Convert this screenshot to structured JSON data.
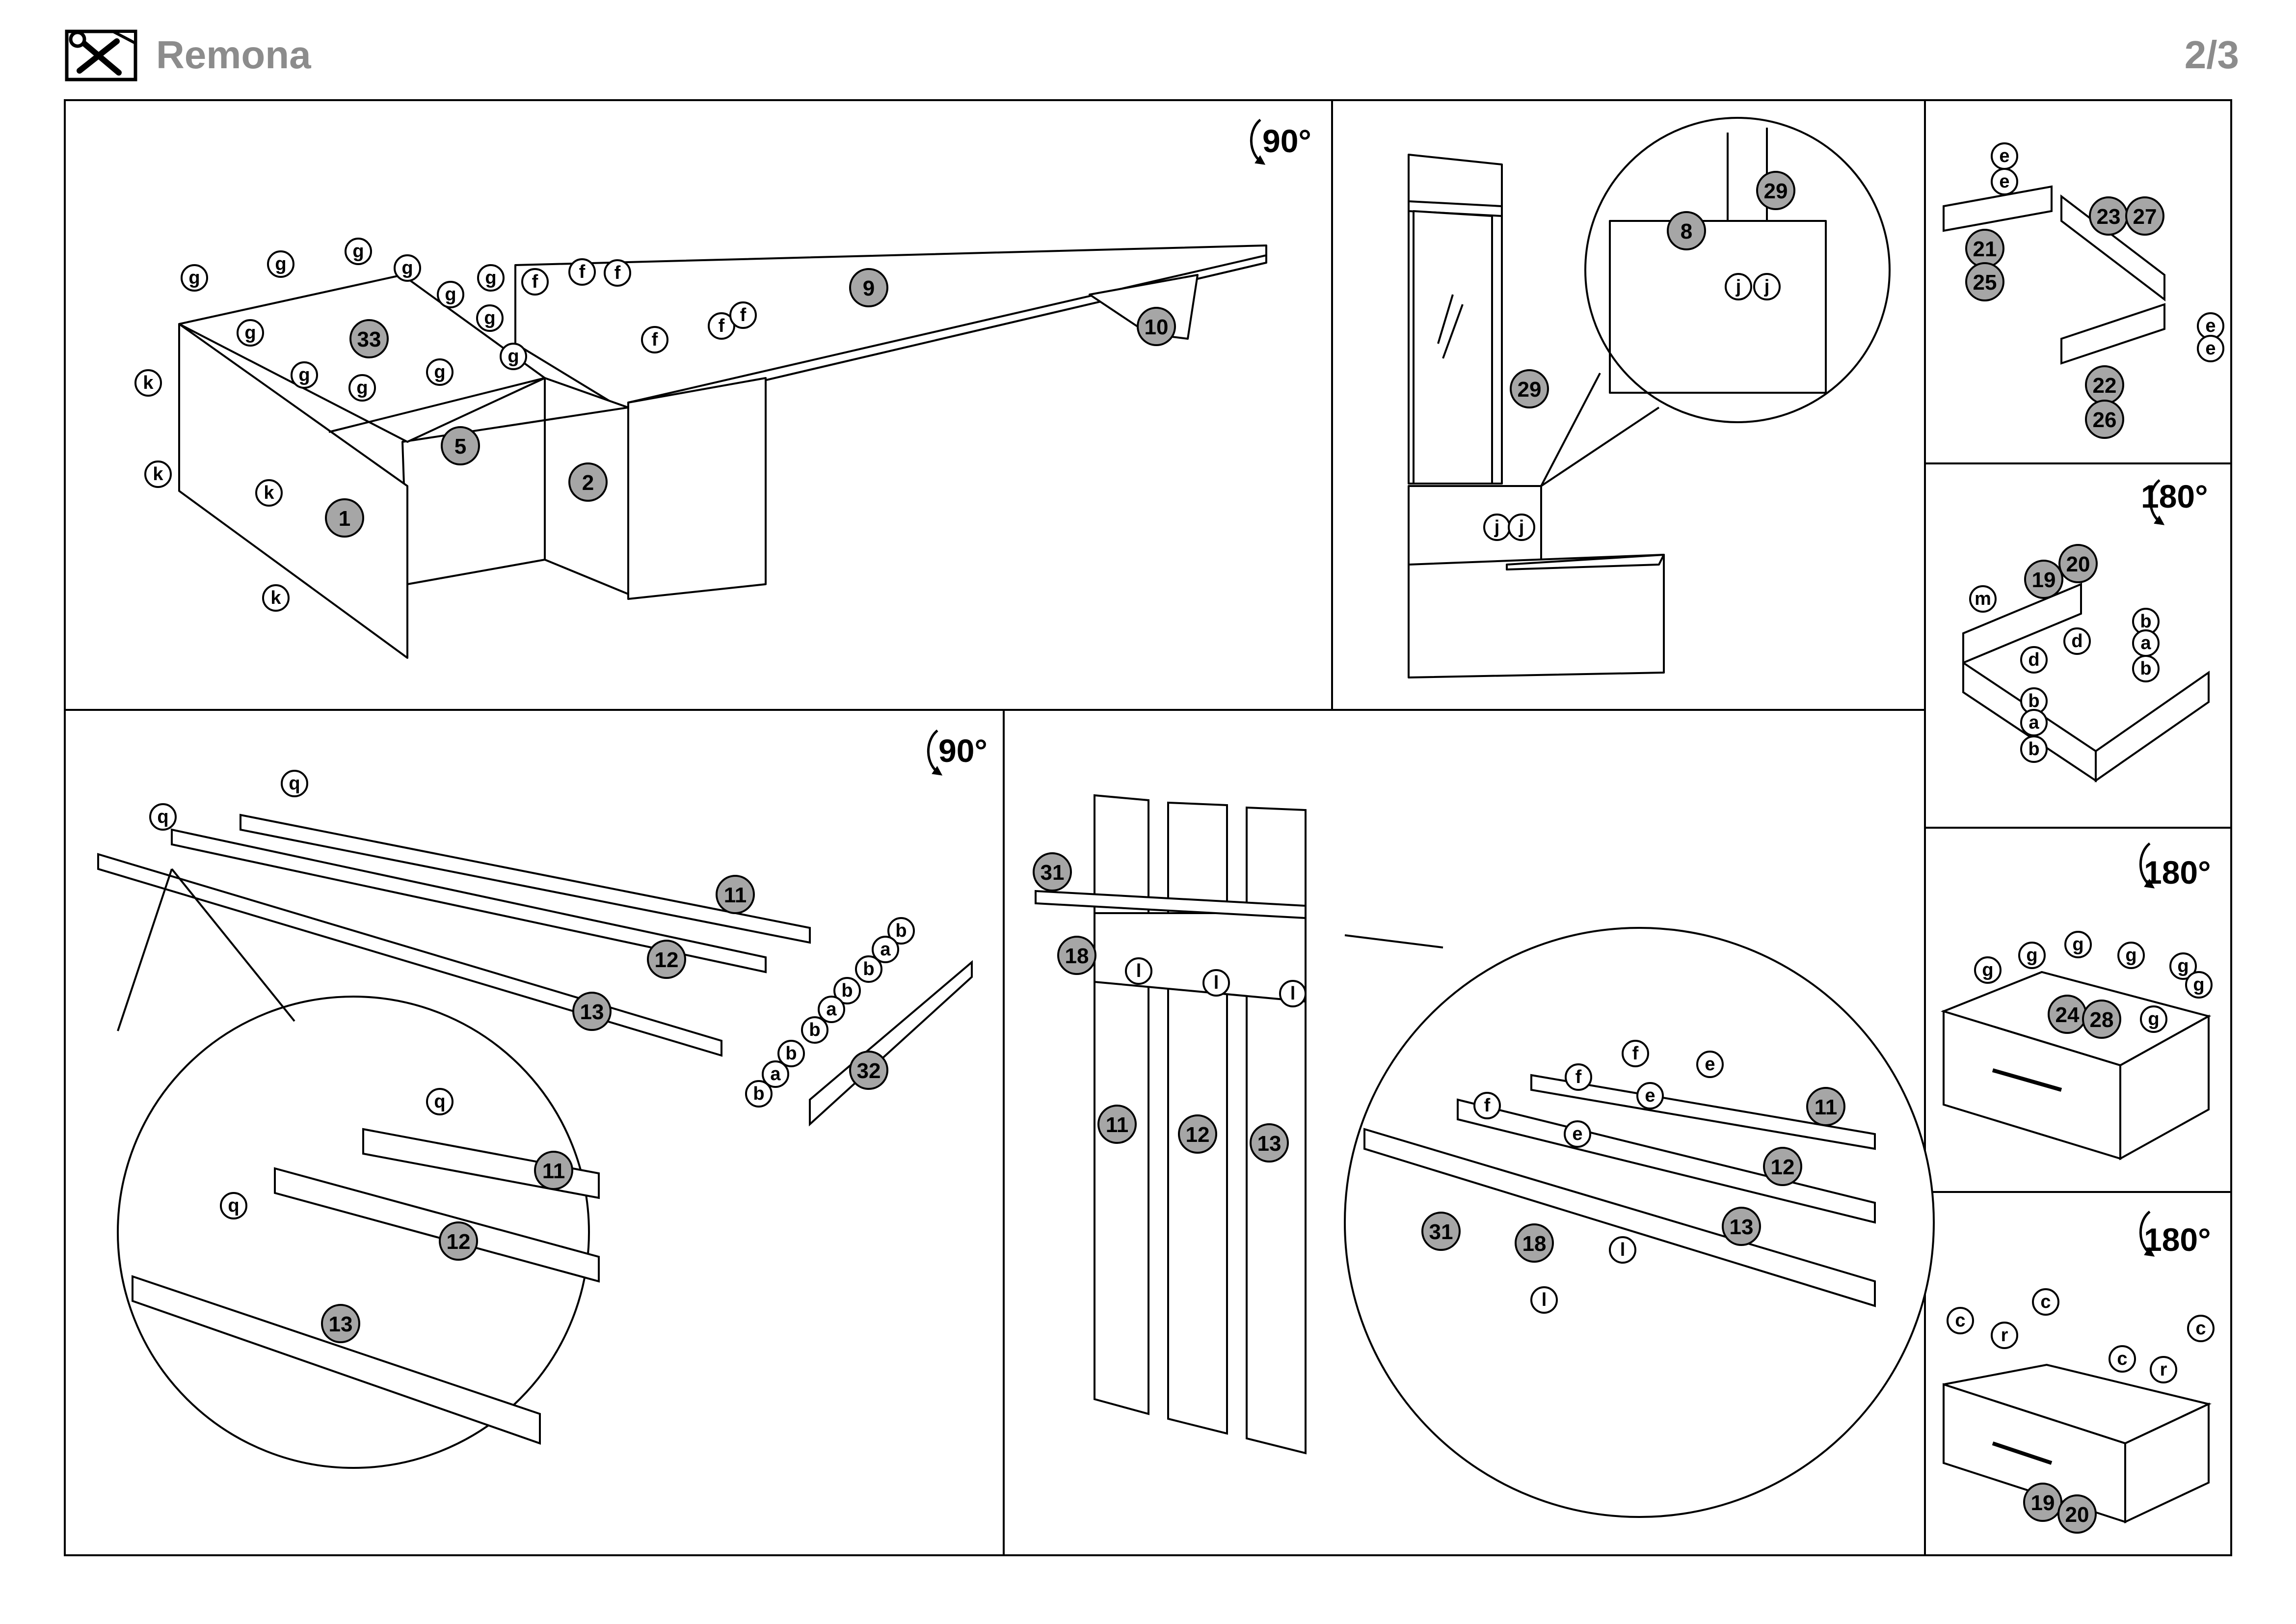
{
  "header": {
    "title": "Remona",
    "page": "2/3",
    "icon": "tools-icon"
  },
  "rotations": {
    "p1": "90°",
    "p4": "90°",
    "p6": "180°",
    "p7": "180°",
    "p8": "180°"
  },
  "panels": {
    "p1": {
      "parts": [
        "33",
        "9",
        "10",
        "5",
        "2",
        "1"
      ],
      "fittings": [
        "g",
        "g",
        "g",
        "g",
        "g",
        "g",
        "g",
        "g",
        "g",
        "g",
        "g",
        "g",
        "f",
        "f",
        "f",
        "f",
        "f",
        "f",
        "k",
        "k",
        "k",
        "k"
      ]
    },
    "p2": {
      "parts": [
        "29",
        "8",
        "29"
      ],
      "fittings": [
        "j",
        "j",
        "j",
        "j"
      ]
    },
    "p3": {
      "parts": [
        "21",
        "25",
        "23",
        "27",
        "22",
        "26"
      ],
      "fittings": [
        "e",
        "e",
        "e",
        "e"
      ]
    },
    "p4": {
      "parts": [
        "11",
        "12",
        "13",
        "32",
        "11",
        "12",
        "13"
      ],
      "fittings": [
        "q",
        "q",
        "b",
        "a",
        "b",
        "b",
        "a",
        "b",
        "b",
        "a",
        "b",
        "q",
        "q"
      ]
    },
    "p5": {
      "parts": [
        "31",
        "18",
        "11",
        "12",
        "13",
        "11",
        "12",
        "13",
        "31",
        "18"
      ],
      "fittings": [
        "l",
        "l",
        "l",
        "f",
        "f",
        "f",
        "e",
        "e",
        "e",
        "l",
        "l"
      ]
    },
    "p6": {
      "parts": [
        "19",
        "20"
      ],
      "fittings": [
        "m",
        "d",
        "d",
        "b",
        "a",
        "b",
        "b",
        "a",
        "b"
      ]
    },
    "p7": {
      "parts": [
        "24",
        "28"
      ],
      "fittings": [
        "g",
        "g",
        "g",
        "g",
        "g",
        "g",
        "g"
      ]
    },
    "p8": {
      "parts": [
        "19",
        "20"
      ],
      "fittings": [
        "c",
        "c",
        "c",
        "c",
        "r",
        "r"
      ]
    }
  }
}
